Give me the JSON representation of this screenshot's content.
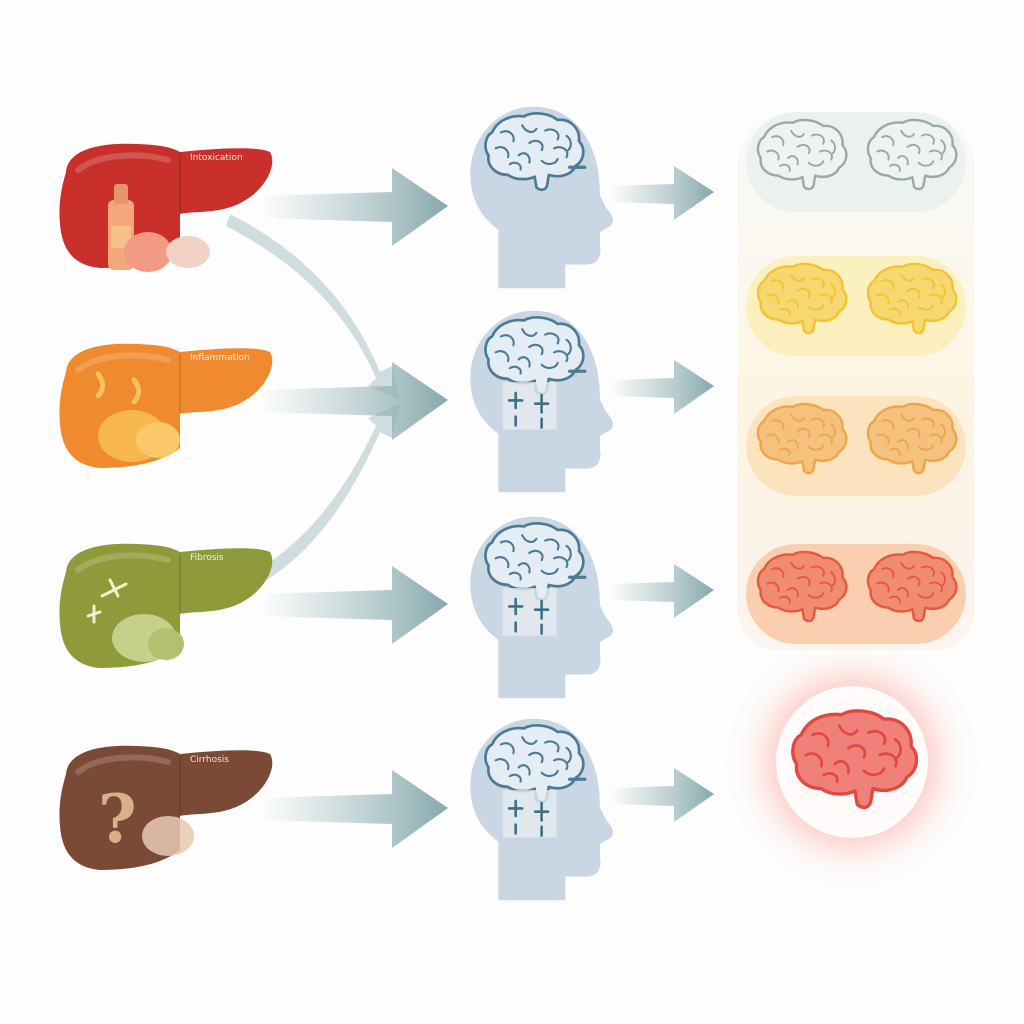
{
  "colors": {
    "liver_row_1": "#c9302c",
    "liver_row_2": "#f08a2e",
    "liver_row_3": "#8f9a3a",
    "liver_row_4": "#7a4a36",
    "arrow": "#8fb0b4",
    "head": "#c8d7e3",
    "brain_outline": "#4c7a93",
    "brain_stage_1": "#b8c4c4",
    "brain_stage_2": "#f2c232",
    "brain_stage_3": "#eea54a",
    "brain_stage_4": "#e8563c",
    "brain_stage_5": "#e2483d",
    "glow_stage_1": "#e9efee",
    "glow_stage_2": "#fbefb8",
    "glow_stage_3": "#fbe1b8",
    "glow_stage_4": "#f9cba8",
    "glow_stage_5": "#ff9c8a"
  },
  "icons": {
    "liver": "liver-icon",
    "bottle": "bottle-icon",
    "food": "food-icon",
    "question": "question-mark-icon",
    "arrow": "arrow-right-icon",
    "head": "head-profile-icon",
    "brain": "brain-icon",
    "sparkle": "sparkle-icon"
  },
  "liver_labels": [
    "Intoxication",
    "Inflammation",
    "Fibrosis",
    "Cirrhosis"
  ],
  "unknown_mark": "?",
  "brain_stages": [
    {
      "brains": 2,
      "glow": "soft"
    },
    {
      "brains": 2,
      "glow": "soft"
    },
    {
      "brains": 2,
      "glow": "soft"
    },
    {
      "brains": 2,
      "glow": "soft"
    },
    {
      "brains": 1,
      "glow": "intense"
    }
  ]
}
